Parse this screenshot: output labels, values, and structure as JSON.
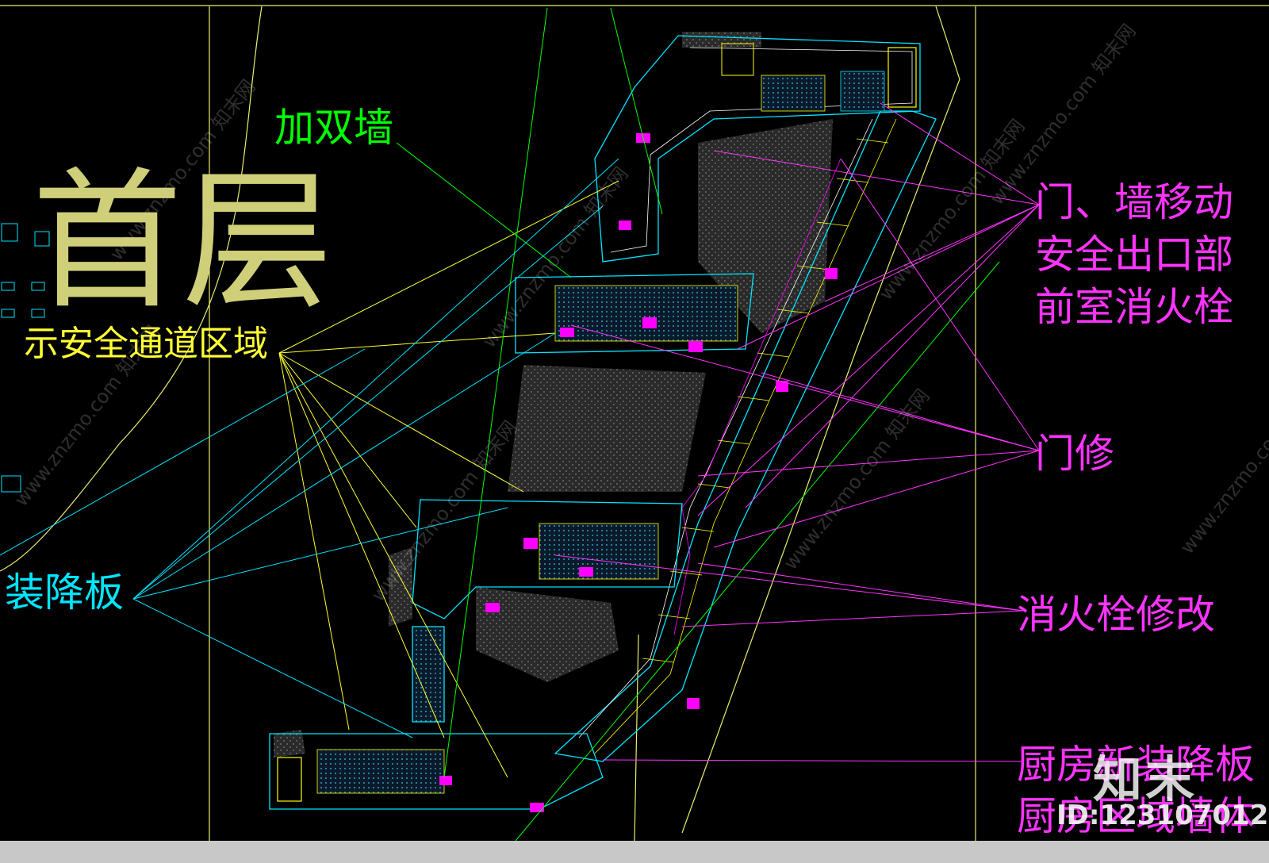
{
  "drawing": {
    "title": "首层",
    "annotations": {
      "safety_zone": "示安全通道区域",
      "double_wall": "加双墙",
      "drop_plate": "装降板",
      "door_wall": [
        "门、墙移动",
        "安全出口部",
        "前室消火栓"
      ],
      "door_repair": "门修",
      "hydrant_change": "消火栓修改",
      "kitchen": [
        "厨房新装降板",
        "厨房区域墙体"
      ]
    },
    "watermark": {
      "repeat_text": "www.znzmo.com 知末网",
      "logo": "知末",
      "id": "ID:1231070122"
    }
  },
  "colors": {
    "background": "#000000",
    "title": "#cfcf7a",
    "safety": "#ffff33",
    "double_wall": "#00ff00",
    "plate": "#00ffff",
    "magenta": "#ff33ff",
    "plan_cyan": "#00e5ff",
    "plan_white": "#ffffff",
    "plan_yellow": "#ffff00",
    "plan_magenta": "#ff00ff",
    "frame_line": "#eded70"
  }
}
